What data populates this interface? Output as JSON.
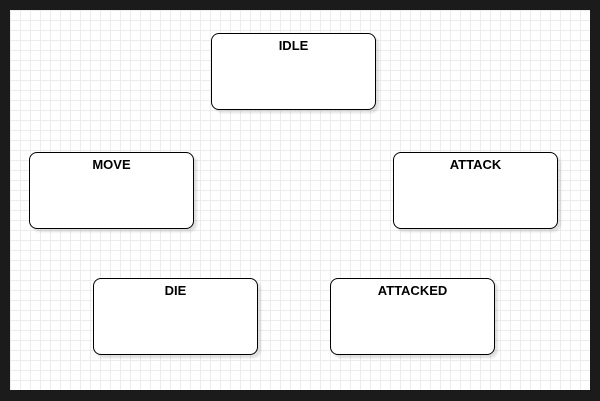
{
  "diagram": {
    "states": [
      {
        "id": "idle",
        "label": "IDLE"
      },
      {
        "id": "move",
        "label": "MOVE"
      },
      {
        "id": "attack",
        "label": "ATTACK"
      },
      {
        "id": "die",
        "label": "DIE"
      },
      {
        "id": "attacked",
        "label": "ATTACKED"
      }
    ]
  }
}
